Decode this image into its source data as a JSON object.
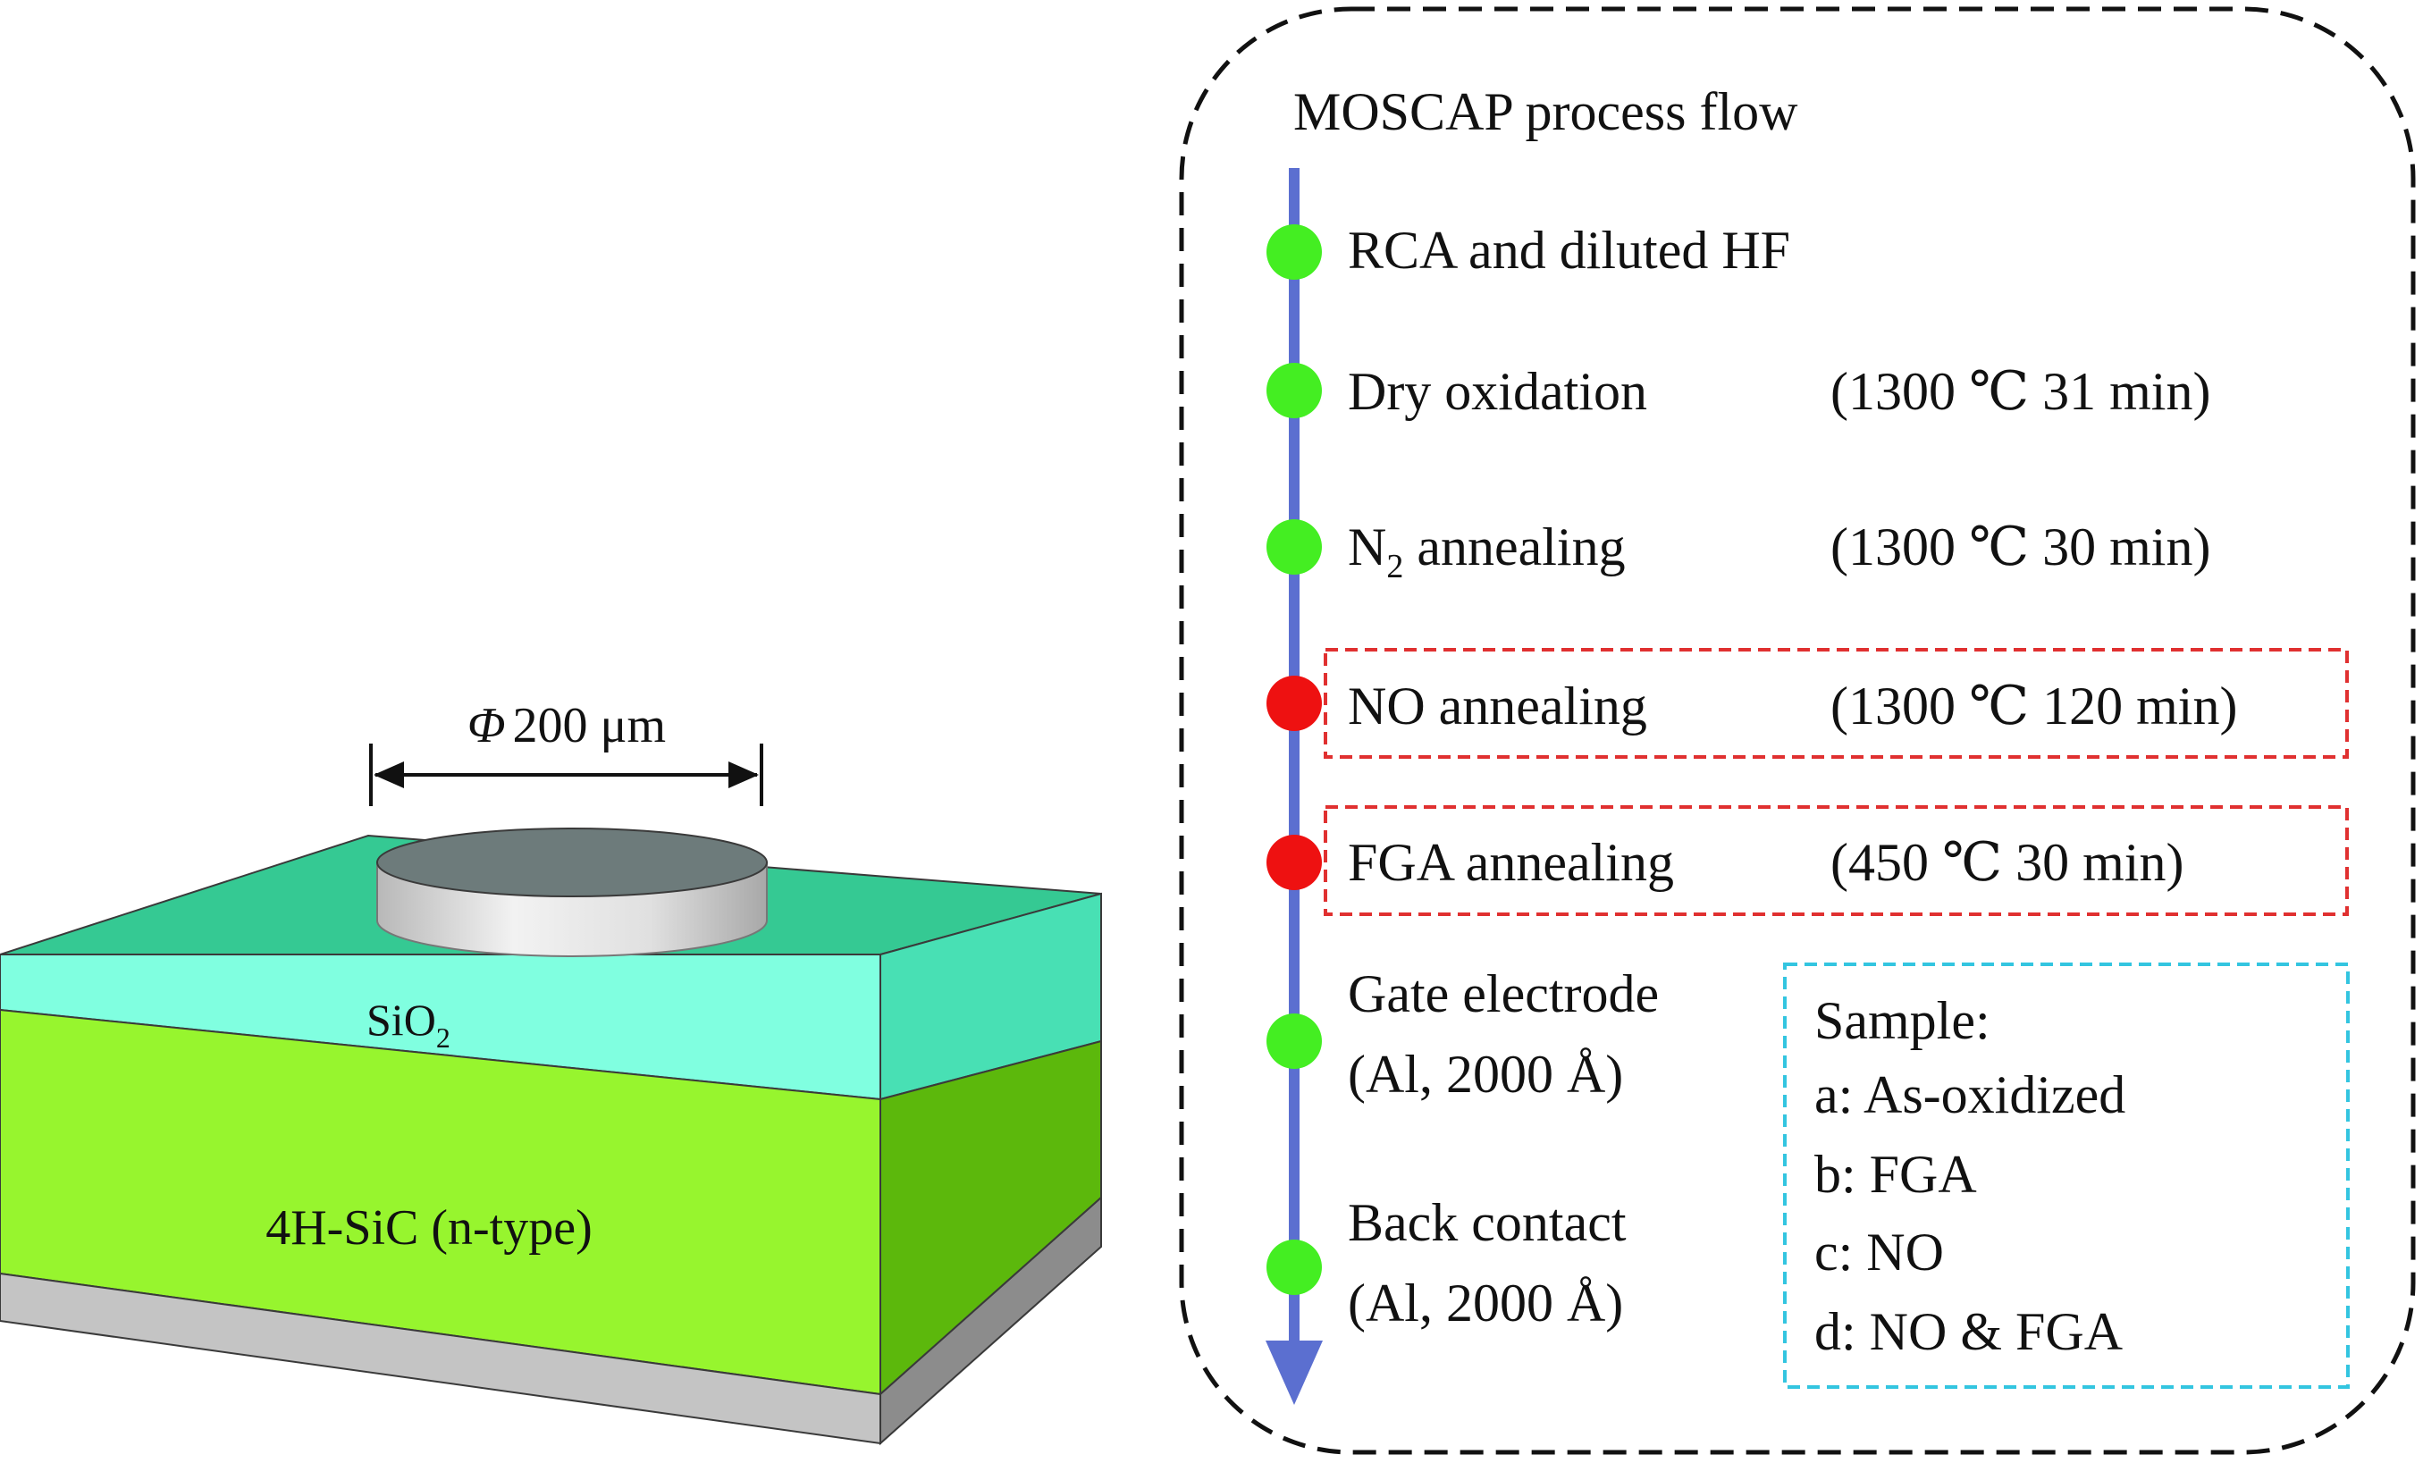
{
  "device": {
    "dimension_label": {
      "symbol": "Φ",
      "value": "200",
      "unit": "μm"
    },
    "oxide_label": {
      "base": "SiO",
      "sub": "2"
    },
    "substrate_label": "4H-SiC (n-type)",
    "colors": {
      "oxide_top": "#35c993",
      "oxide_front": "#80ffe0",
      "oxide_side": "#48e0b4",
      "substrate_front": "#97f52e",
      "substrate_side": "#5cb80c",
      "metal_front": "#c4c4c4",
      "metal_side": "#8c8c8c",
      "electrode_top": "#6d7b7b",
      "electrode_side": "#dddddd"
    }
  },
  "process_flow": {
    "title": "MOSCAP process flow",
    "arrow_color": "#5b6fd0",
    "steps": [
      {
        "name": "RCA and diluted HF",
        "condition": "",
        "dot": "green",
        "highlight": false
      },
      {
        "name": "Dry oxidation",
        "condition": "(1300 ℃ 31 min)",
        "dot": "green",
        "highlight": false
      },
      {
        "name_base": "N",
        "name_sub": "2",
        "name_rest": " annealing",
        "condition": "(1300 ℃ 30 min)",
        "dot": "green",
        "highlight": false
      },
      {
        "name": "NO annealing",
        "condition": "(1300 ℃ 120 min)",
        "dot": "red",
        "highlight": true
      },
      {
        "name": "FGA annealing",
        "condition": "(450 ℃ 30 min)",
        "dot": "red",
        "highlight": true
      },
      {
        "name": "Gate electrode",
        "name_line2": "(Al, 2000 Å)",
        "dot": "green",
        "highlight": false
      },
      {
        "name": "Back contact",
        "name_line2": "(Al, 2000 Å)",
        "dot": "green",
        "highlight": false
      }
    ],
    "samples": {
      "title": "Sample:",
      "items": [
        "a: As-oxidized",
        "b: FGA",
        "c: NO",
        "d: NO & FGA"
      ]
    },
    "colors": {
      "green": "#44ee22",
      "red": "#ee1111",
      "highlight_border": "#e03030",
      "samples_border": "#33c5e0"
    }
  }
}
